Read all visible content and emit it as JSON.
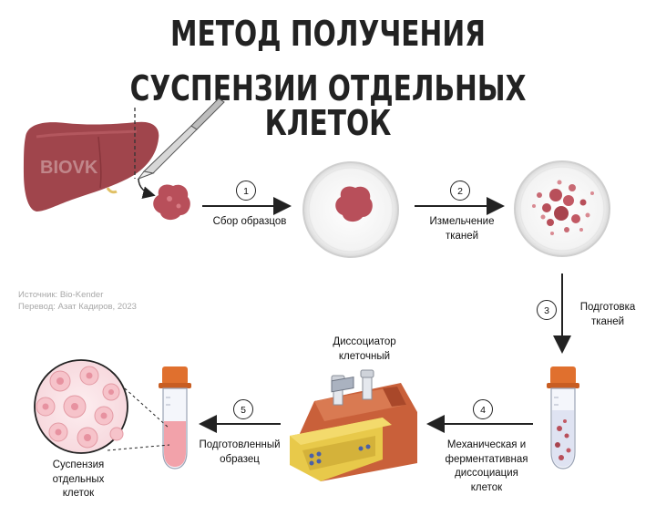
{
  "title": {
    "line1": "МЕТОД ПОЛУЧЕНИЯ",
    "line2": "СУСПЕНЗИИ ОТДЕЛЬНЫХ КЛЕТОК"
  },
  "watermark": "BIOVK",
  "source": {
    "line1": "Источник: Bio-Kender",
    "line2": "Перевод: Азат Кадиров, 2023"
  },
  "steps": [
    {
      "number": "1",
      "label": "Сбор образцов"
    },
    {
      "number": "2",
      "label_line1": "Измельчение",
      "label_line2": "тканей"
    },
    {
      "number": "3",
      "label_line1": "Подготовка",
      "label_line2": "тканей"
    },
    {
      "number": "4",
      "label_line1": "Механическая и",
      "label_line2": "ферментативная",
      "label_line3": "диссоциация",
      "label_line4": "клеток"
    },
    {
      "number": "5",
      "label_line1": "Подготовленный",
      "label_line2": "образец"
    }
  ],
  "device": {
    "label_line1": "Диссоциатор",
    "label_line2": "клеточный"
  },
  "result": {
    "label_line1": "Суспензия",
    "label_line2": "отдельных",
    "label_line3": "клеток"
  },
  "colors": {
    "tissue": "#b84f5a",
    "liver": "#a0454c",
    "tube_cap": "#e0702e",
    "device_body": "#e8c94a",
    "device_base": "#c9603a",
    "arrow": "#222222",
    "source_text": "#a8a8a8"
  }
}
